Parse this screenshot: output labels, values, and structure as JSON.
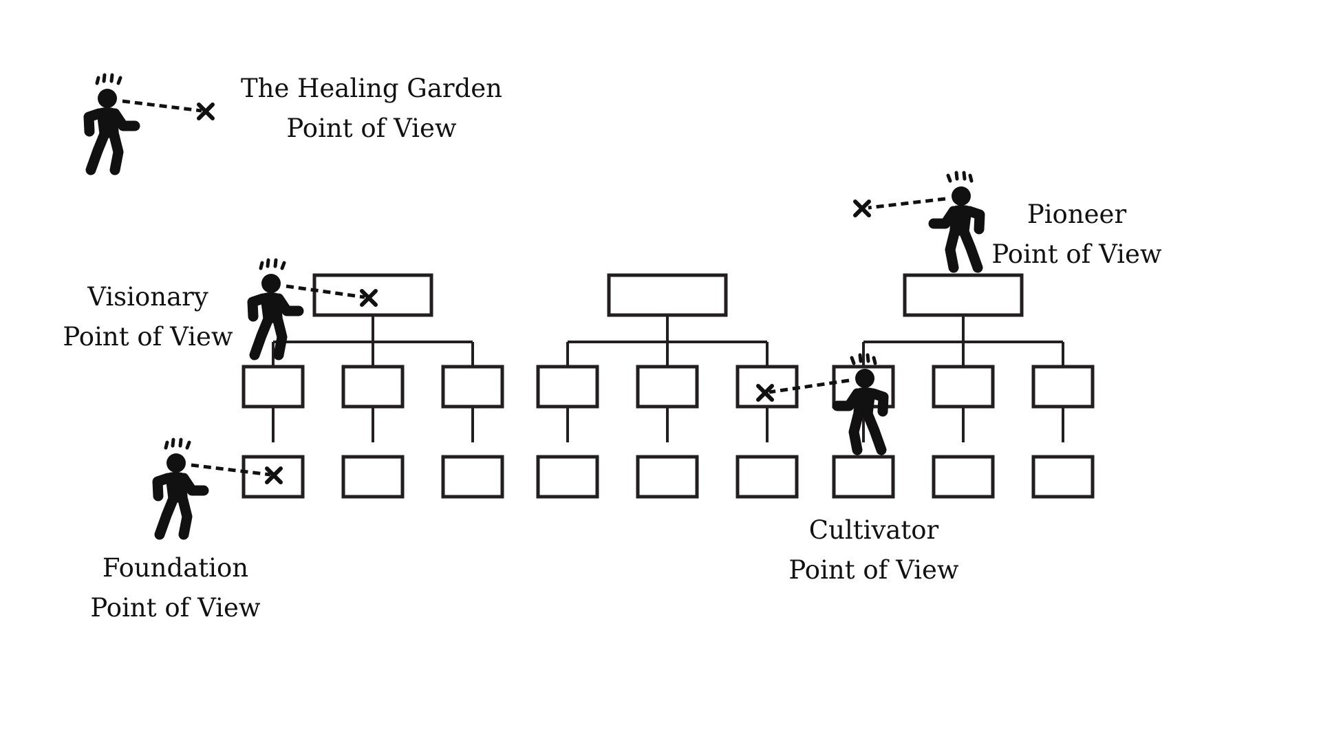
{
  "labels": {
    "healing_garden": {
      "line1": "The Healing Garden",
      "line2": "Point of View"
    },
    "visionary": {
      "line1": "Visionary",
      "line2": "Point of View"
    },
    "foundation": {
      "line1": "Foundation",
      "line2": "Point of View"
    },
    "pioneer": {
      "line1": "Pioneer",
      "line2": "Point of View"
    },
    "cultivator": {
      "line1": "Cultivator",
      "line2": "Point of View"
    }
  },
  "org_charts": [
    {
      "top": "",
      "middle": [
        "",
        "",
        ""
      ],
      "bottom": [
        "",
        "",
        ""
      ]
    },
    {
      "top": "",
      "middle": [
        "",
        "",
        ""
      ],
      "bottom": [
        "",
        "",
        ""
      ]
    },
    {
      "top": "",
      "middle": [
        "",
        "",
        ""
      ],
      "bottom": [
        "",
        "",
        ""
      ]
    }
  ],
  "icons": {
    "observer": "person-walking-icon",
    "target": "x-mark-icon"
  },
  "colors": {
    "ink": "#111111",
    "box_stroke": "#231f20",
    "background": "#ffffff"
  }
}
